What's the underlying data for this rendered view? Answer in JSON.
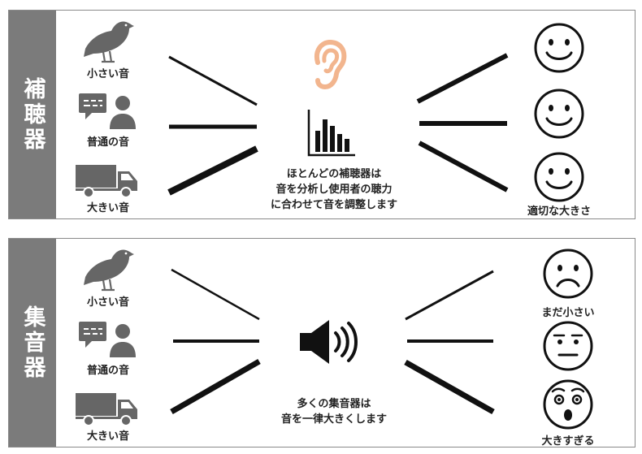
{
  "hearing_aid": {
    "title": "補聴器",
    "sounds": [
      "小さい音",
      "普通の音",
      "大きい音"
    ],
    "description": [
      "ほとんどの補聴器は",
      "音を分析し使用者の聴力",
      "に合わせて音を調整します"
    ],
    "result": "適切な大きさ",
    "icons": [
      "ear-icon",
      "bar-chart-icon",
      "happy-face-icon"
    ]
  },
  "sound_collector": {
    "title": "集音器",
    "sounds": [
      "小さい音",
      "普通の音",
      "大きい音"
    ],
    "description": [
      "多くの集音器は",
      "音を一律大きくします"
    ],
    "results": [
      "まだ小さい",
      "大きすぎる"
    ],
    "icons": [
      "speaker-icon",
      "sad-face-icon",
      "neutral-face-icon",
      "surprised-face-icon"
    ]
  },
  "colors": {
    "sidebar": "#7b7b7b",
    "ear": "#f2b58e",
    "icon_gray": "#666666",
    "line": "#111111"
  }
}
